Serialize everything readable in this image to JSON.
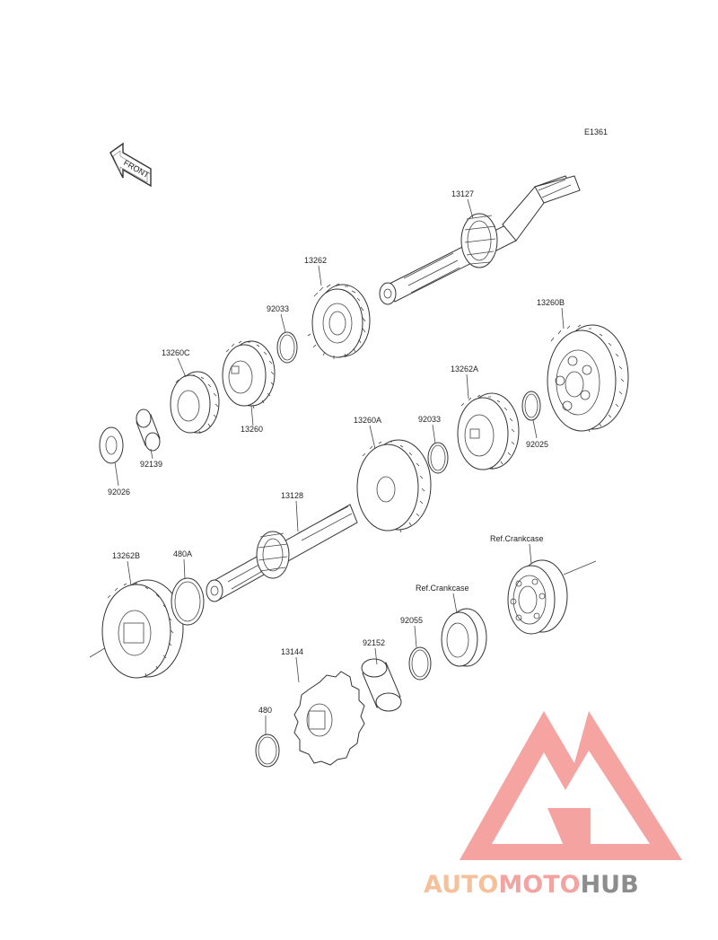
{
  "diagram_code": "E1361",
  "front_marker": "FRONT",
  "parts": {
    "p13127": "13127",
    "p13262": "13262",
    "p92033_a": "92033",
    "p13260C": "13260C",
    "p13260": "13260",
    "p92139": "92139",
    "p92026": "92026",
    "p13260B": "13260B",
    "p13262A": "13262A",
    "p92025": "92025",
    "p13260A": "13260A",
    "p92033_b": "92033",
    "p13128": "13128",
    "p13262B": "13262B",
    "p480A": "480A",
    "p13144": "13144",
    "p480": "480",
    "p92152": "92152",
    "p92055": "92055",
    "ref_crankcase_a": "Ref.Crankcase",
    "ref_crankcase_b": "Ref.Crankcase"
  },
  "watermark": {
    "part1": "AUTO",
    "part2": "MOTO",
    "part3": "HUB",
    "color_auto": "#f5c09a",
    "color_moto": "#f4a3a0",
    "color_hub": "#8d8d8d",
    "logo_color": "#f49a97"
  }
}
